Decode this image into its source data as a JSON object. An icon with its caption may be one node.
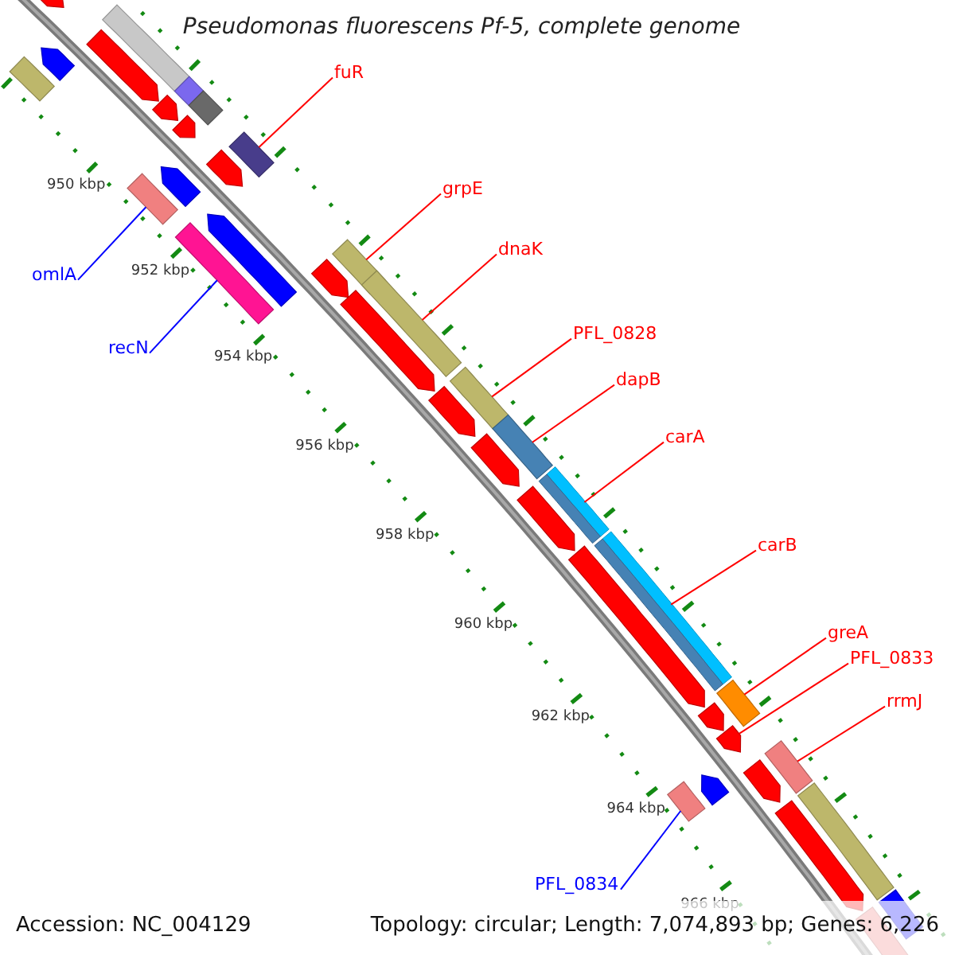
{
  "diagram": {
    "title": "Pseudomonas fluorescens Pf-5, complete genome",
    "nodes": [
      {
        "text": [
          "fuR"
        ]
      },
      {
        "text": [],
        "shape": "bar"
      },
      {
        "text": [
          "grpE"
        ]
      },
      {
        "text": [],
        "shape": "bar"
      },
      {
        "text": [
          "dnaK"
        ]
      },
      {
        "text": [],
        "shape": "bar"
      },
      {
        "text": [
          "omlA"
        ]
      },
      {
        "text": [],
        "shape": "bar"
      },
      {
        "text": [
          "PFL_0828"
        ]
      },
      {
        "text": [],
        "shape": "bar"
      },
      {
        "text": [
          "recN"
        ]
      },
      {
        "text": [],
        "shape": "bar"
      },
      {
        "text": [
          "dapB"
        ]
      },
      {
        "text": [],
        "shape": "bar"
      },
      {
        "text": [
          "carA"
        ]
      },
      {
        "text": [],
        "shape": "bar"
      },
      {
        "text": [
          "carB"
        ]
      },
      {
        "text": [],
        "shape": "bar"
      },
      {
        "text": [
          "greA"
        ]
      },
      {
        "text": [],
        "shape": "bar"
      },
      {
        "text": [
          "PFL_0833"
        ]
      },
      {
        "text": [],
        "shape": "arrow"
      },
      {
        "text": [
          "rrmJ"
        ]
      },
      {
        "text": [],
        "shape": "bar"
      },
      {
        "text": [
          "PFL_0834"
        ]
      },
      {
        "text": [],
        "shape": "bar"
      },
      {
        "text": [],
        "shape": "arrow"
      },
      {
        "text": [],
        "shape": "bar"
      },
      {
        "text": [],
        "shape": "arrow"
      },
      {
        "text": [],
        "shape": "bar"
      },
      {
        "text": [],
        "shape": "arrow"
      },
      {
        "text": [],
        "shape": "arrow"
      },
      {
        "text": [],
        "shape": "bar"
      },
      {
        "text": [],
        "shape": "bar"
      },
      {
        "text": [],
        "shape": "arrow"
      },
      {
        "text": [],
        "shape": "arrow"
      },
      {
        "text": [],
        "shape": "arrow"
      },
      {
        "text": [],
        "shape": "arrow"
      },
      {
        "text": [],
        "shape": "arrow"
      },
      {
        "text": [],
        "shape": "arrow"
      },
      {
        "text": [],
        "shape": "arrow"
      },
      {
        "text": [],
        "shape": "arrow"
      },
      {
        "text": [],
        "shape": "arrow"
      },
      {
        "text": [],
        "shape": "arrow"
      },
      {
        "text": [],
        "shape": "arrow"
      },
      {
        "text": [],
        "shape": "arrow"
      },
      {
        "text": [],
        "shape": "arrow"
      },
      {
        "text": [],
        "shape": "arrow"
      },
      {
        "text": [],
        "shape": "bar"
      },
      {
        "text": [],
        "shape": "bar"
      },
      {
        "text": [],
        "shape": "bar"
      }
    ],
    "edges": [
      {
        "from": 0,
        "to": 1,
        "arrow": "none"
      },
      {
        "from": 2,
        "to": 3,
        "arrow": "none"
      },
      {
        "from": 4,
        "to": 5,
        "arrow": "none"
      },
      {
        "from": 6,
        "to": 7,
        "arrow": "none",
        "color": "#0000ff"
      },
      {
        "from": 8,
        "to": 9,
        "arrow": "none"
      },
      {
        "from": 10,
        "to": 11,
        "arrow": "none",
        "color": "#0000ff"
      },
      {
        "from": 12,
        "to": 13,
        "arrow": "none"
      },
      {
        "from": 14,
        "to": 15,
        "arrow": "none"
      },
      {
        "from": 16,
        "to": 17,
        "arrow": "none"
      },
      {
        "from": 18,
        "to": 19,
        "arrow": "none"
      },
      {
        "from": 20,
        "to": 21,
        "arrow": "none"
      },
      {
        "from": 22,
        "to": 23,
        "arrow": "none"
      },
      {
        "from": 24,
        "to": 25,
        "arrow": "none",
        "color": "#0000ff"
      }
    ],
    "labels": [
      "950 kbp",
      "952 kbp",
      "954 kbp",
      "956 kbp",
      "958 kbp",
      "960 kbp",
      "962 kbp",
      "964 kbp",
      "966 kbp",
      "Accession: NC_004129",
      "Topology: circular; Length: 7,074,893 bp; Genes: 6,226"
    ]
  }
}
